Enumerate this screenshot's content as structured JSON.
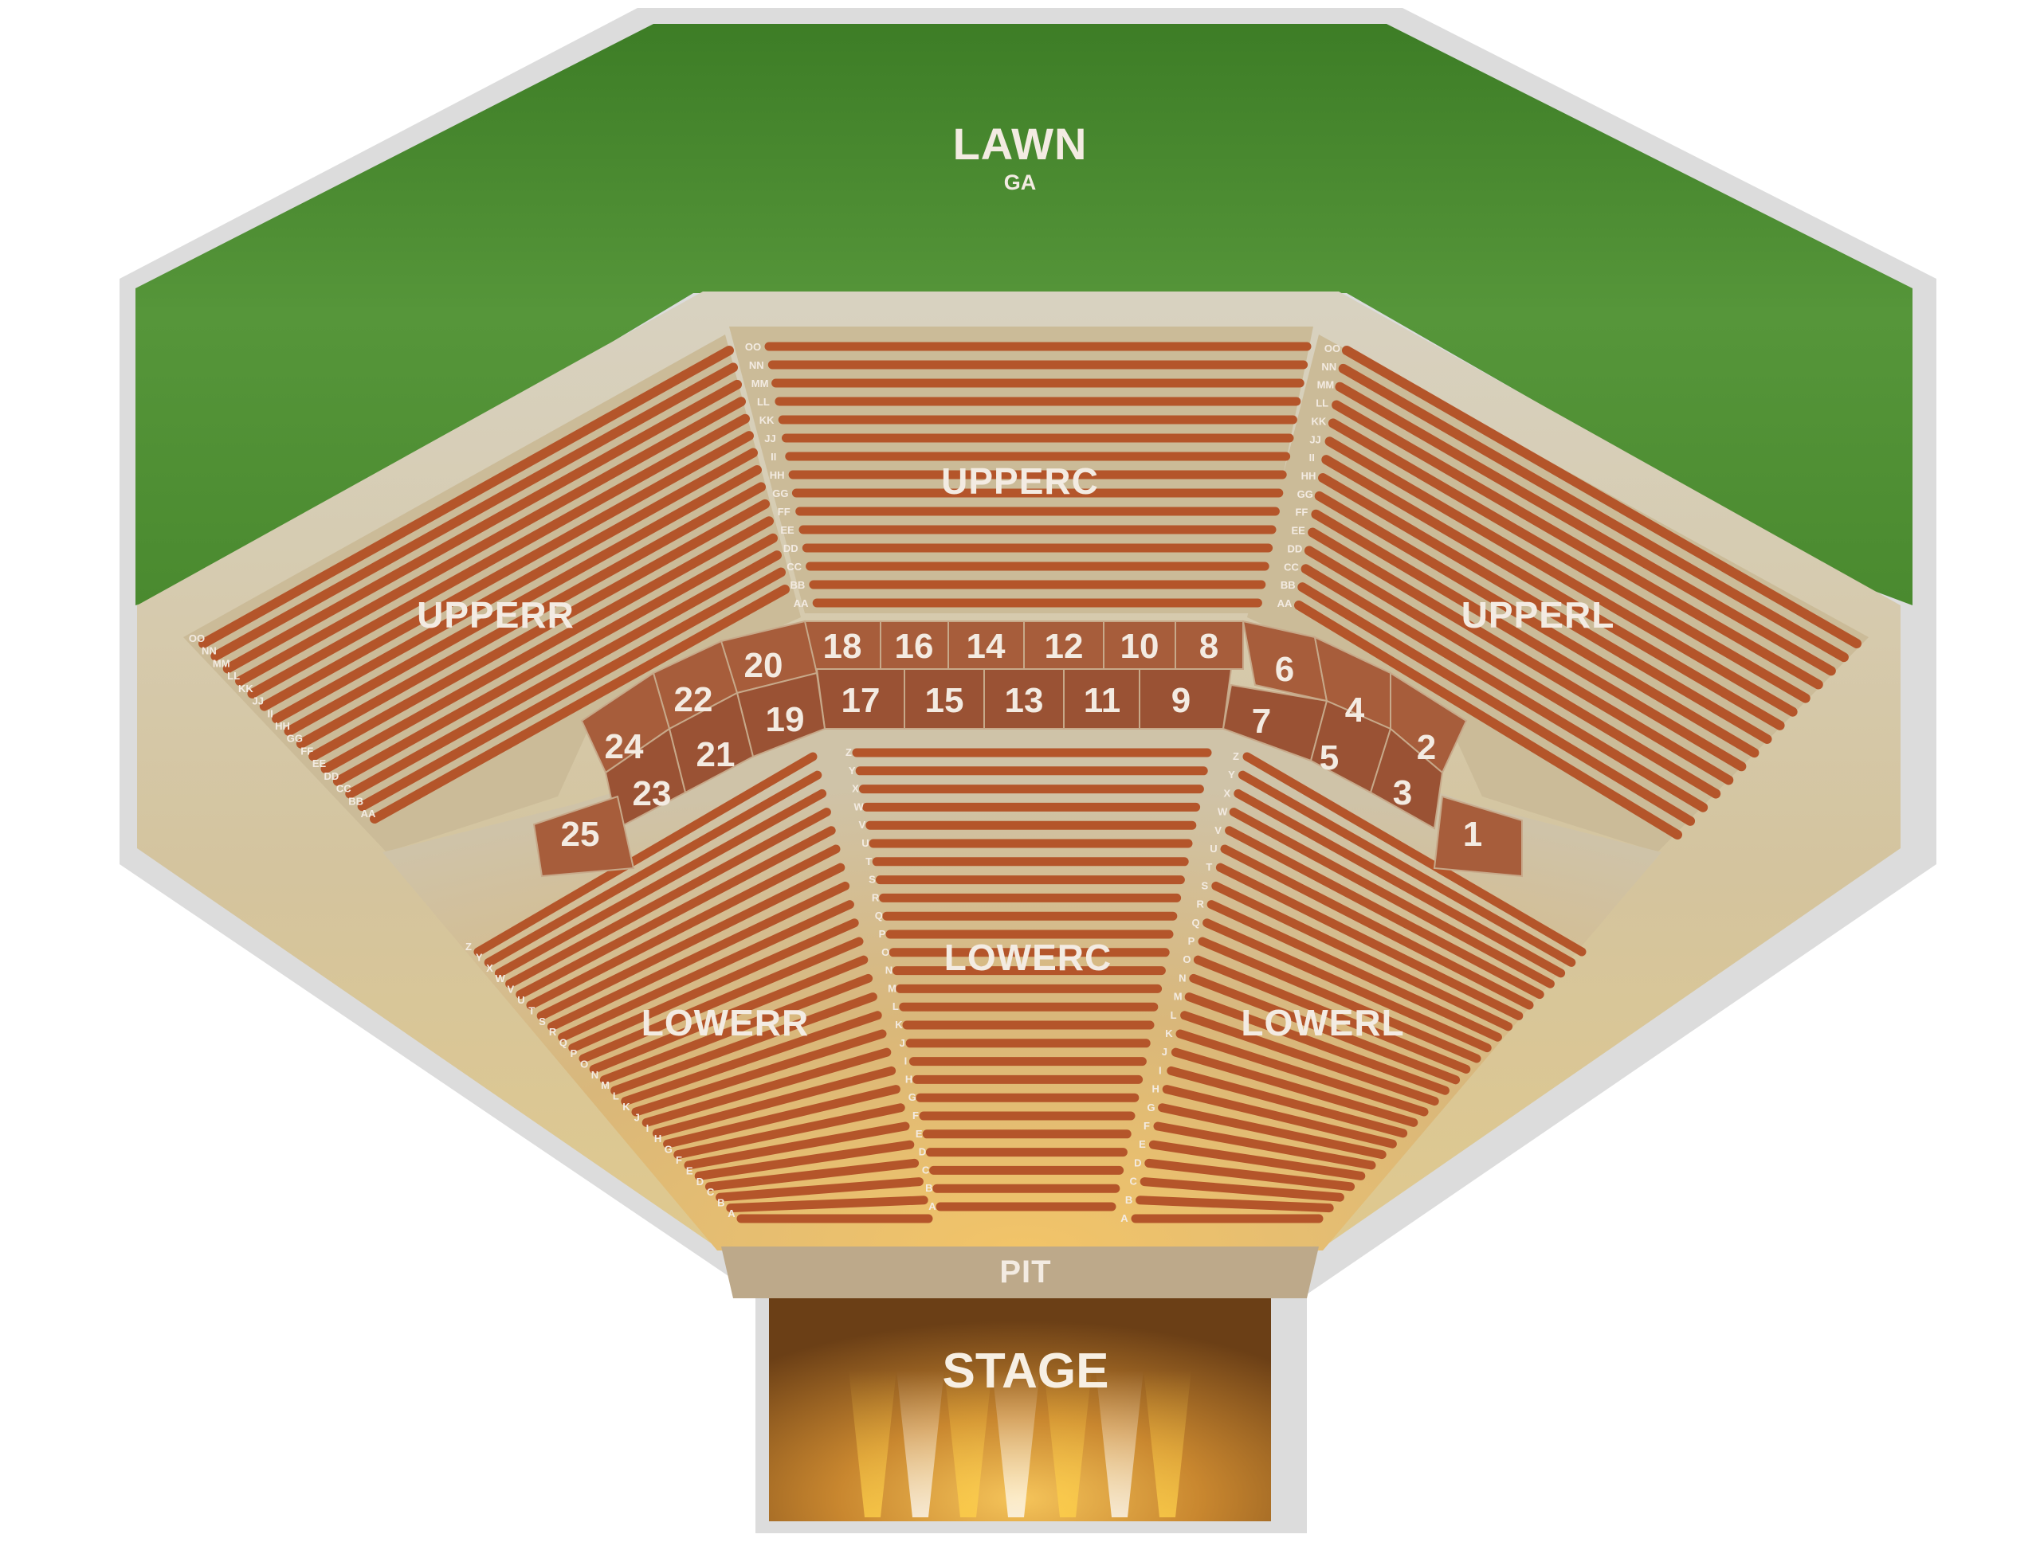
{
  "sections": {
    "lawn": "LAWN",
    "lawn_sub": "GA",
    "upperc": "UPPERC",
    "upperr": "UPPERR",
    "upperl": "UPPERL",
    "lowerc": "LOWERC",
    "lowerr": "LOWERR",
    "lowerl": "LOWERL",
    "pit": "PIT",
    "stage": "STAGE"
  },
  "box_numbers": {
    "b1": "1",
    "b2": "2",
    "b3": "3",
    "b4": "4",
    "b5": "5",
    "b6": "6",
    "b7": "7",
    "b8": "8",
    "b9": "9",
    "b10": "10",
    "b11": "11",
    "b12": "12",
    "b13": "13",
    "b14": "14",
    "b15": "15",
    "b16": "16",
    "b17": "17",
    "b18": "18",
    "b19": "19",
    "b20": "20",
    "b21": "21",
    "b22": "22",
    "b23": "23",
    "b24": "24",
    "b25": "25"
  },
  "upper_rows": [
    "OO",
    "NN",
    "MM",
    "LL",
    "KK",
    "JJ",
    "II",
    "HH",
    "GG",
    "FF",
    "EE",
    "DD",
    "CC",
    "BB",
    "AA"
  ],
  "lower_rows": [
    "Z",
    "Y",
    "X",
    "W",
    "V",
    "U",
    "T",
    "S",
    "R",
    "Q",
    "P",
    "O",
    "N",
    "M",
    "L",
    "K",
    "J",
    "I",
    "H",
    "G",
    "F",
    "E",
    "D",
    "C",
    "B",
    "A"
  ],
  "colors": {
    "lawn": "#4a8a2f",
    "seat_row": "#b85a27",
    "section_bg": "#cfc2a6",
    "box_bg": "#a55c3a",
    "stage_glow": "#e9a640"
  }
}
